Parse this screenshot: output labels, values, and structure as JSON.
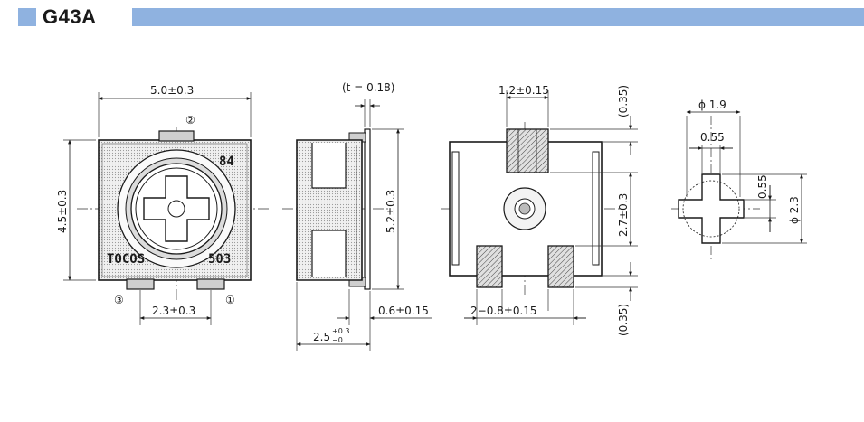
{
  "header": {
    "title": "G43A"
  },
  "front_view": {
    "dim_width": "5.0±0.3",
    "dim_height": "4.5±0.3",
    "dim_pin_pitch": "2.3±0.3",
    "pin_top": "②",
    "pin_left": "③",
    "pin_right": "①",
    "marking_code": "84",
    "marking_brand": "TOCOS",
    "marking_value": "503"
  },
  "side_view": {
    "dim_thickness": "(t = 0.18)",
    "dim_height": "5.2±0.3",
    "dim_lead": "0.6±0.15",
    "dim_depth_main": "2.5",
    "dim_depth_tol_plus": "+0.3",
    "dim_depth_tol_minus": "−0"
  },
  "back_view": {
    "dim_top_terminal": "1.2±0.15",
    "dim_top_gap": "(0.35)",
    "dim_center": "2.7±0.3",
    "dim_bottom_gap": "(0.35)",
    "dim_bottom_terminals": "2−0.8±0.15"
  },
  "shaft_view": {
    "dim_outer": "ϕ 1.9",
    "dim_slot_width": "0.55",
    "dim_slot_height": "0.55",
    "dim_diameter": "ϕ 2.3"
  },
  "colors": {
    "accent": "#8fb2e0",
    "body": "#e6e6e6",
    "line": "#1a1a1a"
  }
}
